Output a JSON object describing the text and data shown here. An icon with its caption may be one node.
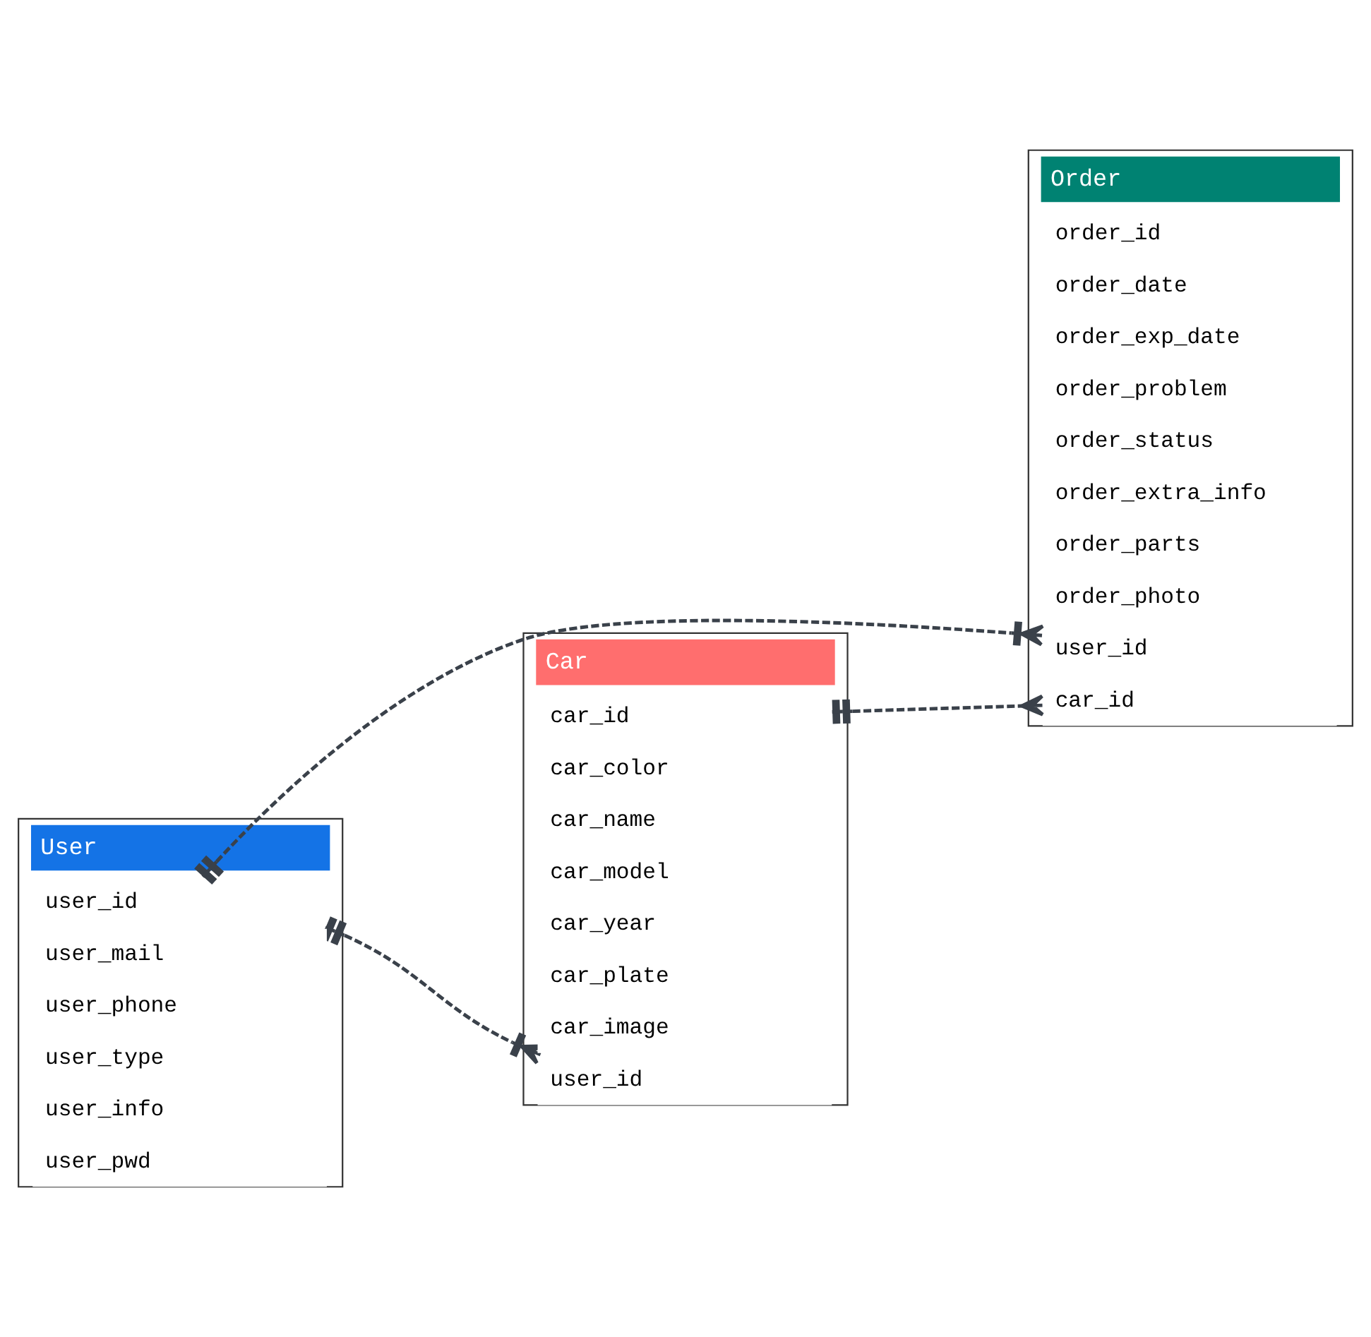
{
  "diagram": {
    "nodes": [
      {
        "text": [
          "User"
        ]
      },
      {
        "text": [
          "user_id"
        ],
        "in": 0
      },
      {
        "text": [
          "user_mail"
        ],
        "in": 0
      },
      {
        "text": [
          "user_phone"
        ],
        "in": 0
      },
      {
        "text": [
          "user_type"
        ],
        "in": 0
      },
      {
        "text": [
          "user_info"
        ],
        "in": 0
      },
      {
        "text": [
          "user_pwd"
        ],
        "in": 0
      },
      {
        "text": [
          "Order"
        ]
      },
      {
        "text": [
          "order_id"
        ],
        "in": 7
      },
      {
        "text": [
          "order_date"
        ],
        "in": 7
      },
      {
        "text": [
          "order_exp_date"
        ],
        "in": 7
      },
      {
        "text": [
          "order_problem"
        ],
        "in": 7
      },
      {
        "text": [
          "order_status"
        ],
        "in": 7
      },
      {
        "text": [
          "order_extra_info"
        ],
        "in": 7
      },
      {
        "text": [
          "order_parts"
        ],
        "in": 7
      },
      {
        "text": [
          "order_photo"
        ],
        "in": 7
      },
      {
        "text": [
          "user_id"
        ],
        "in": 7
      },
      {
        "text": [
          "car_id"
        ],
        "in": 7
      },
      {
        "text": [
          "Car"
        ]
      },
      {
        "text": [
          "car_id"
        ],
        "in": 18
      },
      {
        "text": [
          "car_color"
        ],
        "in": 18
      },
      {
        "text": [
          "car_name"
        ],
        "in": 18
      },
      {
        "text": [
          "car_model"
        ],
        "in": 18
      },
      {
        "text": [
          "car_year"
        ],
        "in": 18
      },
      {
        "text": [
          "car_plate"
        ],
        "in": 18
      },
      {
        "text": [
          "car_image"
        ],
        "in": 18
      },
      {
        "text": [
          "user_id"
        ],
        "in": 18
      }
    ],
    "edges": [
      {
        "from": 1,
        "to": 26,
        "arrow": "other",
        "style": "dashed"
      },
      {
        "from": 1,
        "to": 16,
        "arrow": "other",
        "style": "dashed"
      },
      {
        "from": 19,
        "to": 17,
        "arrow": "other",
        "style": "dashed"
      }
    ]
  }
}
